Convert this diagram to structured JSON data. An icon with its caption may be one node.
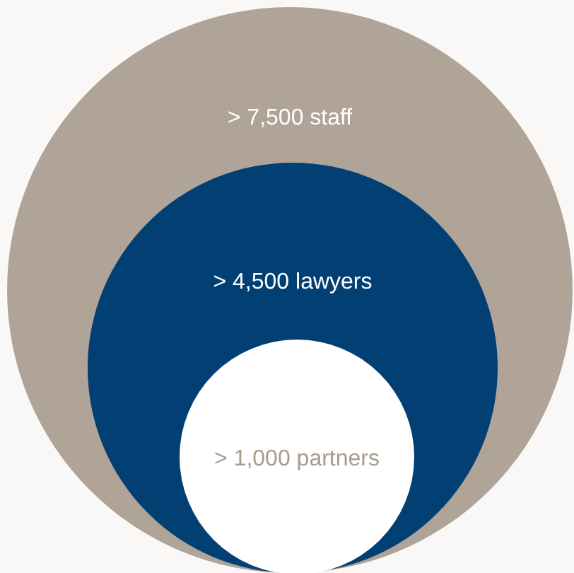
{
  "diagram": {
    "nodes": [
      {
        "text": [
          "> 7,500 staff"
        ]
      },
      {
        "text": [
          "> 4,500 lawyers"
        ],
        "in": 0
      },
      {
        "text": [
          "> 1,000 partners"
        ],
        "in": 1
      }
    ]
  }
}
